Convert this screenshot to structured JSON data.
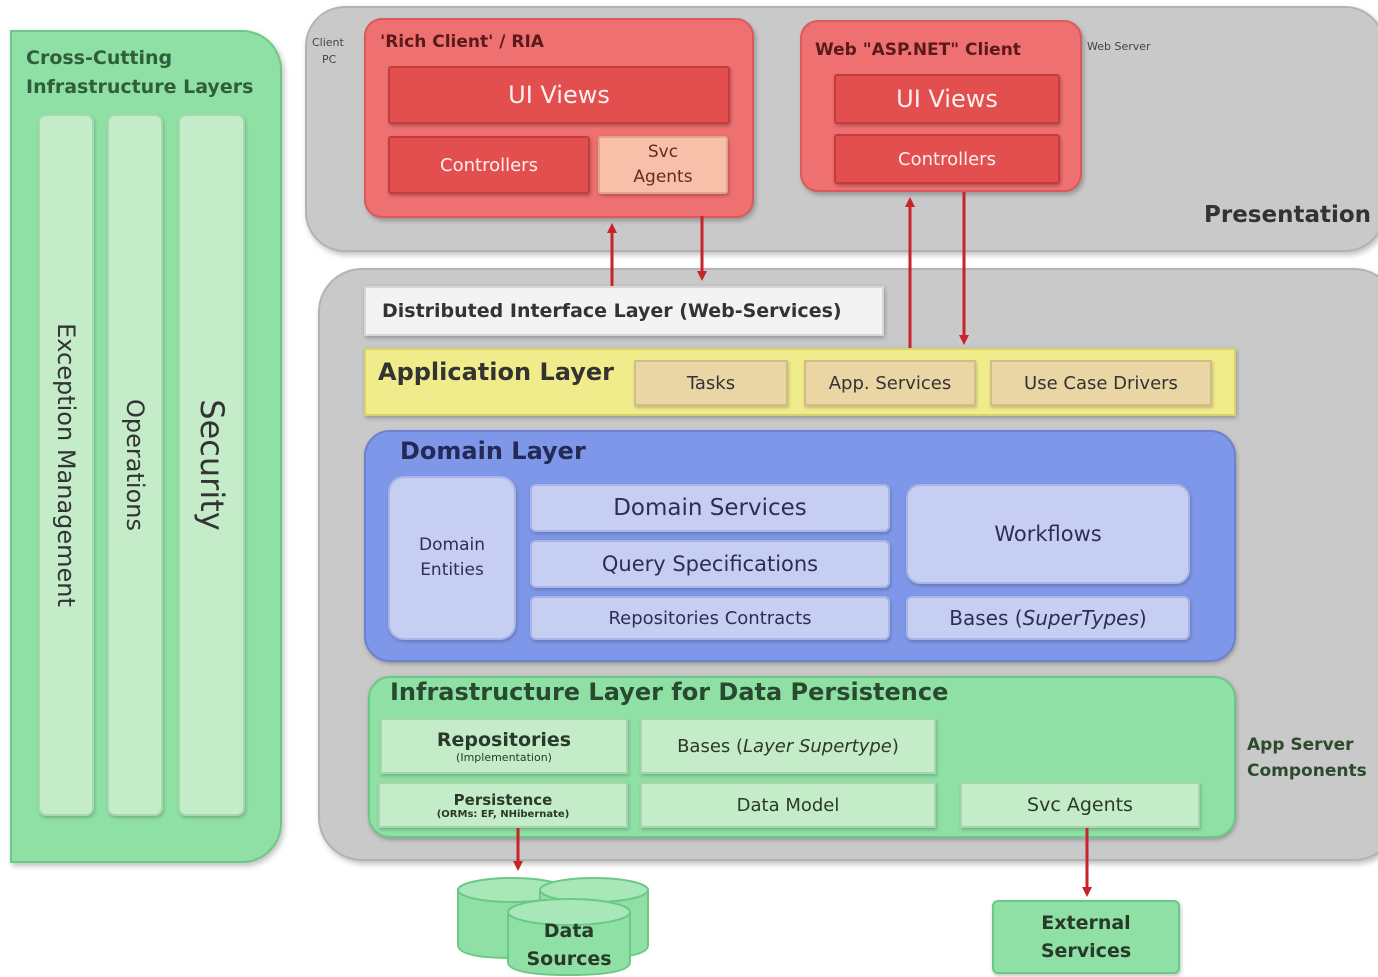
{
  "cross_cutting": {
    "title_line1": "Cross-Cutting",
    "title_line2": "Infrastructure Layers",
    "pillars": [
      "Exception Management",
      "Operations",
      "Security"
    ]
  },
  "presentation": {
    "client_pc_line1": "Client",
    "client_pc_line2": "PC",
    "web_server": "Web Server",
    "label": "Presentation",
    "rich_client": {
      "title": "'Rich Client' / RIA",
      "ui_views": "UI Views",
      "controllers": "Controllers",
      "svc_agents_line1": "Svc",
      "svc_agents_line2": "Agents"
    },
    "web_client": {
      "title": "Web \"ASP.NET\" Client",
      "ui_views": "UI Views",
      "controllers": "Controllers"
    }
  },
  "app_server": {
    "label_line1": "App Server",
    "label_line2": "Components",
    "distributed_interface": "Distributed Interface Layer (Web-Services)",
    "application_layer": {
      "title": "Application Layer",
      "items": [
        "Tasks",
        "App. Services",
        "Use Case Drivers"
      ]
    },
    "domain_layer": {
      "title": "Domain Layer",
      "entities_line1": "Domain",
      "entities_line2": "Entities",
      "domain_services": "Domain Services",
      "query_specifications": "Query Specifications",
      "repositories_contracts": "Repositories Contracts",
      "workflows": "Workflows",
      "bases_prefix": "Bases (",
      "bases_em": "SuperTypes",
      "bases_suffix": ")"
    },
    "infrastructure_layer": {
      "title": "Infrastructure Layer for Data Persistence",
      "repositories": "Repositories",
      "repositories_sub": "(Implementation)",
      "bases_prefix": "Bases (",
      "bases_em": "Layer Supertype",
      "bases_suffix": ")",
      "persistence": "Persistence",
      "persistence_sub": "(ORMs: EF, NHibernate)",
      "data_model": "Data Model",
      "svc_agents": "Svc Agents"
    }
  },
  "bottom": {
    "data_sources_line1": "Data",
    "data_sources_line2": "Sources",
    "external_services_line1": "External",
    "external_services_line2": "Services"
  },
  "colors": {
    "arrow": "#c8222a",
    "green": "#8fe0a4",
    "red_client": "#ee7070",
    "domain_blue": "#7f97e8",
    "app_yellow": "#f0ec8c",
    "gray_panel": "#c9c9c9"
  }
}
